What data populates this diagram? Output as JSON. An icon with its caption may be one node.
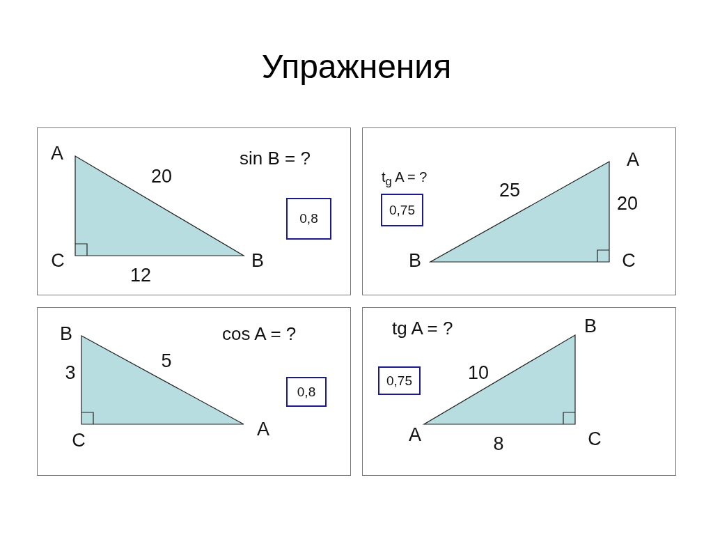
{
  "diagram": {
    "title": "Упражнения",
    "nodes": [
      {
        "text": [
          "sin B = ?"
        ]
      },
      {
        "text": [
          "0,8"
        ],
        "in": 0
      },
      {
        "text": [
          "t$_{g}$ A = ?"
        ]
      },
      {
        "text": [
          "0,75"
        ],
        "in": 2
      },
      {
        "text": [
          "cos A = ?"
        ]
      },
      {
        "text": [
          "0,8"
        ],
        "in": 4
      },
      {
        "text": [
          "tg A = ?"
        ]
      },
      {
        "text": [
          "0,75"
        ],
        "in": 6
      }
    ],
    "labels": [
      "A",
      "20",
      "C",
      "B",
      "12",
      "A",
      "25",
      "20",
      "B",
      "C",
      "B",
      "5",
      "3",
      "C",
      "A",
      "B",
      "10",
      "A",
      "8",
      "C"
    ]
  }
}
